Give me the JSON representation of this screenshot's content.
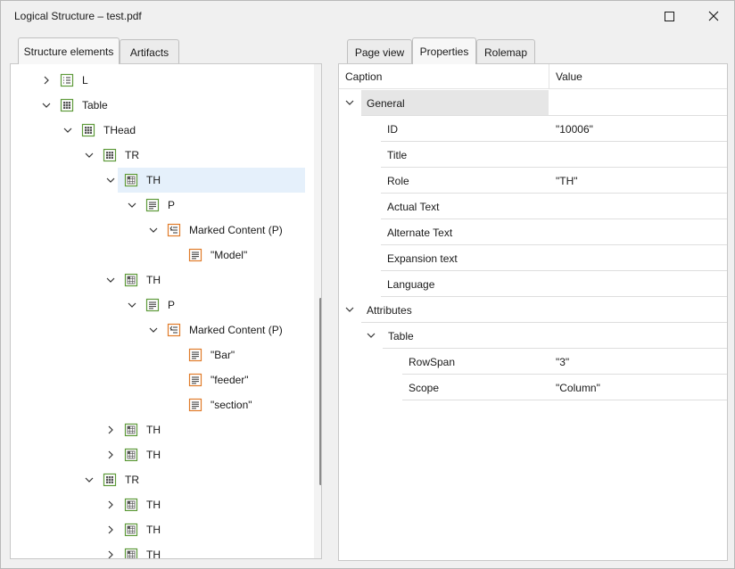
{
  "window": {
    "title": "Logical Structure – test.pdf"
  },
  "left_tabs": [
    {
      "label": "Structure elements",
      "active": true
    },
    {
      "label": "Artifacts",
      "active": false
    }
  ],
  "right_tabs": [
    {
      "label": "Page view",
      "active": false
    },
    {
      "label": "Properties",
      "active": true
    },
    {
      "label": "Rolemap",
      "active": false
    }
  ],
  "tree": {
    "rows": [
      {
        "label": "L",
        "depth": 0,
        "chevron": "right",
        "icon": "list-icon"
      },
      {
        "label": "Table",
        "depth": 0,
        "chevron": "down",
        "icon": "table-icon"
      },
      {
        "label": "THead",
        "depth": 1,
        "chevron": "down",
        "icon": "table-icon"
      },
      {
        "label": "TR",
        "depth": 2,
        "chevron": "down",
        "icon": "table-icon"
      },
      {
        "label": "TH",
        "depth": 3,
        "chevron": "down",
        "icon": "table-cell-icon",
        "selected": true
      },
      {
        "label": "P",
        "depth": 4,
        "chevron": "down",
        "icon": "paragraph-icon"
      },
      {
        "label": "Marked Content (P)",
        "depth": 5,
        "chevron": "down",
        "icon": "marked-content-icon"
      },
      {
        "label": "\"Model\"",
        "depth": 6,
        "chevron": "none",
        "icon": "text-content-icon"
      },
      {
        "label": "TH",
        "depth": 3,
        "chevron": "down",
        "icon": "table-cell-icon"
      },
      {
        "label": "P",
        "depth": 4,
        "chevron": "down",
        "icon": "paragraph-icon"
      },
      {
        "label": "Marked Content (P)",
        "depth": 5,
        "chevron": "down",
        "icon": "marked-content-icon"
      },
      {
        "label": "\"Bar\"",
        "depth": 6,
        "chevron": "none",
        "icon": "text-content-icon"
      },
      {
        "label": "\"feeder\"",
        "depth": 6,
        "chevron": "none",
        "icon": "text-content-icon"
      },
      {
        "label": "\"section\"",
        "depth": 6,
        "chevron": "none",
        "icon": "text-content-icon"
      },
      {
        "label": "TH",
        "depth": 3,
        "chevron": "right",
        "icon": "table-cell-icon"
      },
      {
        "label": "TH",
        "depth": 3,
        "chevron": "right",
        "icon": "table-cell-icon"
      },
      {
        "label": "TR",
        "depth": 2,
        "chevron": "down",
        "icon": "table-icon"
      },
      {
        "label": "TH",
        "depth": 3,
        "chevron": "right",
        "icon": "table-cell-icon"
      },
      {
        "label": "TH",
        "depth": 3,
        "chevron": "right",
        "icon": "table-cell-icon"
      },
      {
        "label": "TH",
        "depth": 3,
        "chevron": "right",
        "icon": "table-cell-icon"
      }
    ]
  },
  "properties": {
    "headers": {
      "caption": "Caption",
      "value": "Value"
    },
    "rows": [
      {
        "type": "group",
        "caption": "General",
        "level": 0,
        "highlight": true
      },
      {
        "type": "prop",
        "caption": "ID",
        "value": "\"10006\"",
        "level": 1
      },
      {
        "type": "prop",
        "caption": "Title",
        "value": "",
        "level": 1
      },
      {
        "type": "prop",
        "caption": "Role",
        "value": "\"TH\"",
        "level": 1
      },
      {
        "type": "prop",
        "caption": "Actual Text",
        "value": "",
        "level": 1
      },
      {
        "type": "prop",
        "caption": "Alternate Text",
        "value": "",
        "level": 1
      },
      {
        "type": "prop",
        "caption": "Expansion text",
        "value": "",
        "level": 1
      },
      {
        "type": "prop",
        "caption": "Language",
        "value": "",
        "level": 1
      },
      {
        "type": "group",
        "caption": "Attributes",
        "level": 0,
        "highlight": false
      },
      {
        "type": "group",
        "caption": "Table",
        "level": 1,
        "highlight": false
      },
      {
        "type": "prop",
        "caption": "RowSpan",
        "value": "\"3\"",
        "level": 2
      },
      {
        "type": "prop",
        "caption": "Scope",
        "value": "\"Column\"",
        "level": 2
      }
    ]
  },
  "colors": {
    "structure_icon": "#5e9a3a",
    "content_icon": "#e07b2a",
    "selection": "#e5f0fb",
    "group_highlight": "#e6e6e6"
  }
}
